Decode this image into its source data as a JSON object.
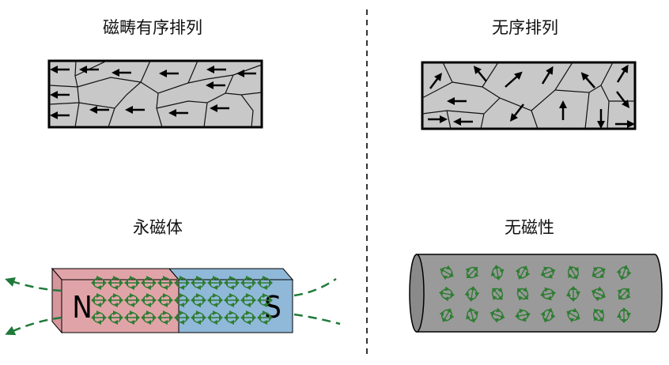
{
  "labels": {
    "top_left": "磁畴有序排列",
    "top_right": "无序排列",
    "bottom_left": "永磁体",
    "bottom_right": "无磁性"
  },
  "magnet": {
    "north_pole": "N",
    "south_pole": "S"
  },
  "colors": {
    "domain_fill": "#c8c8c8",
    "north": "#e0a4a8",
    "south": "#90b8d8",
    "field_line": "#1f7a3a",
    "dipole": "#2e7d32",
    "cylinder": "#9a9a9a"
  }
}
